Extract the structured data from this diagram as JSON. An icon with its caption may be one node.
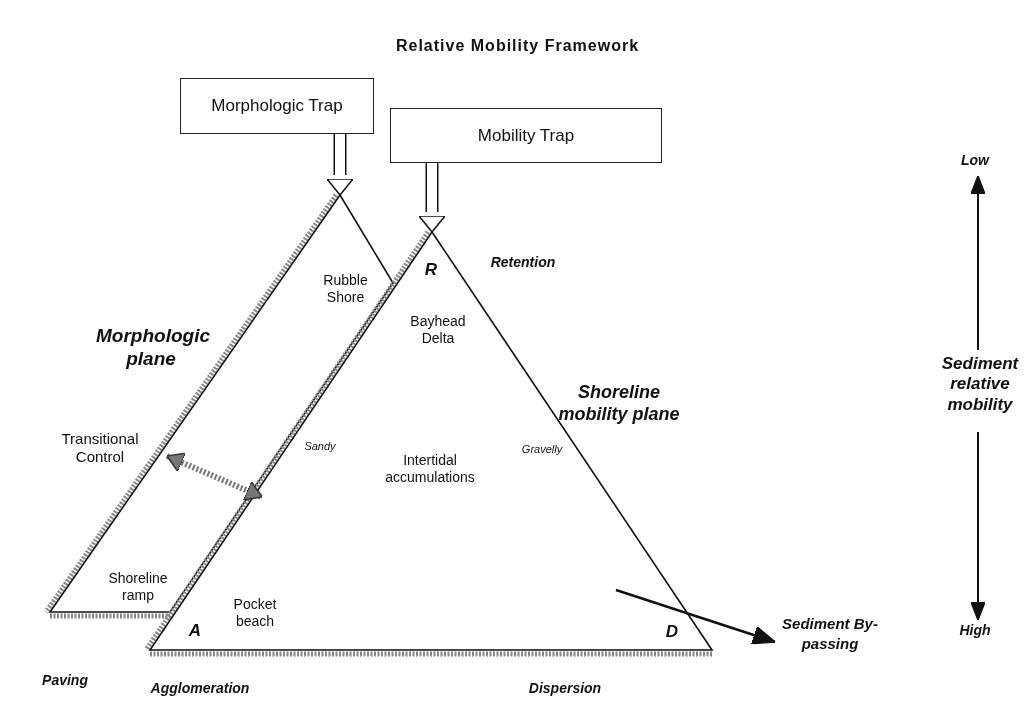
{
  "diagram": {
    "title": "Relative Mobility Framework",
    "nodes": [
      {
        "text": [
          "Morphologic Trap"
        ]
      },
      {
        "text": [
          "Mobility Trap"
        ]
      },
      {
        "text": [
          "Morphologic plane"
        ]
      },
      {
        "text": [
          "Shoreline mobility plane"
        ]
      },
      {
        "text": [
          "Sediment By-passing"
        ]
      }
    ],
    "edges": [
      {
        "from": 0,
        "to": 2,
        "arrow": "to",
        "style": "thick"
      },
      {
        "from": 1,
        "to": 3,
        "arrow": "to",
        "style": "thick"
      },
      {
        "from": 2,
        "to": 3,
        "arrow": "both",
        "label": "Transitional Control",
        "style": "dashed",
        "color": "#777777"
      },
      {
        "from": 3,
        "to": 4,
        "arrow": "to"
      }
    ],
    "labels": [
      "Low",
      "Retention",
      "R",
      "Rubble Shore",
      "Bayhead Delta",
      "Sediment relative mobility",
      "Sandy",
      "Intertidal accumulations",
      "Gravelly",
      "Shoreline ramp",
      "Pocket beach",
      "A",
      "D",
      "High",
      "Paving",
      "Agglomeration",
      "Dispersion"
    ]
  }
}
